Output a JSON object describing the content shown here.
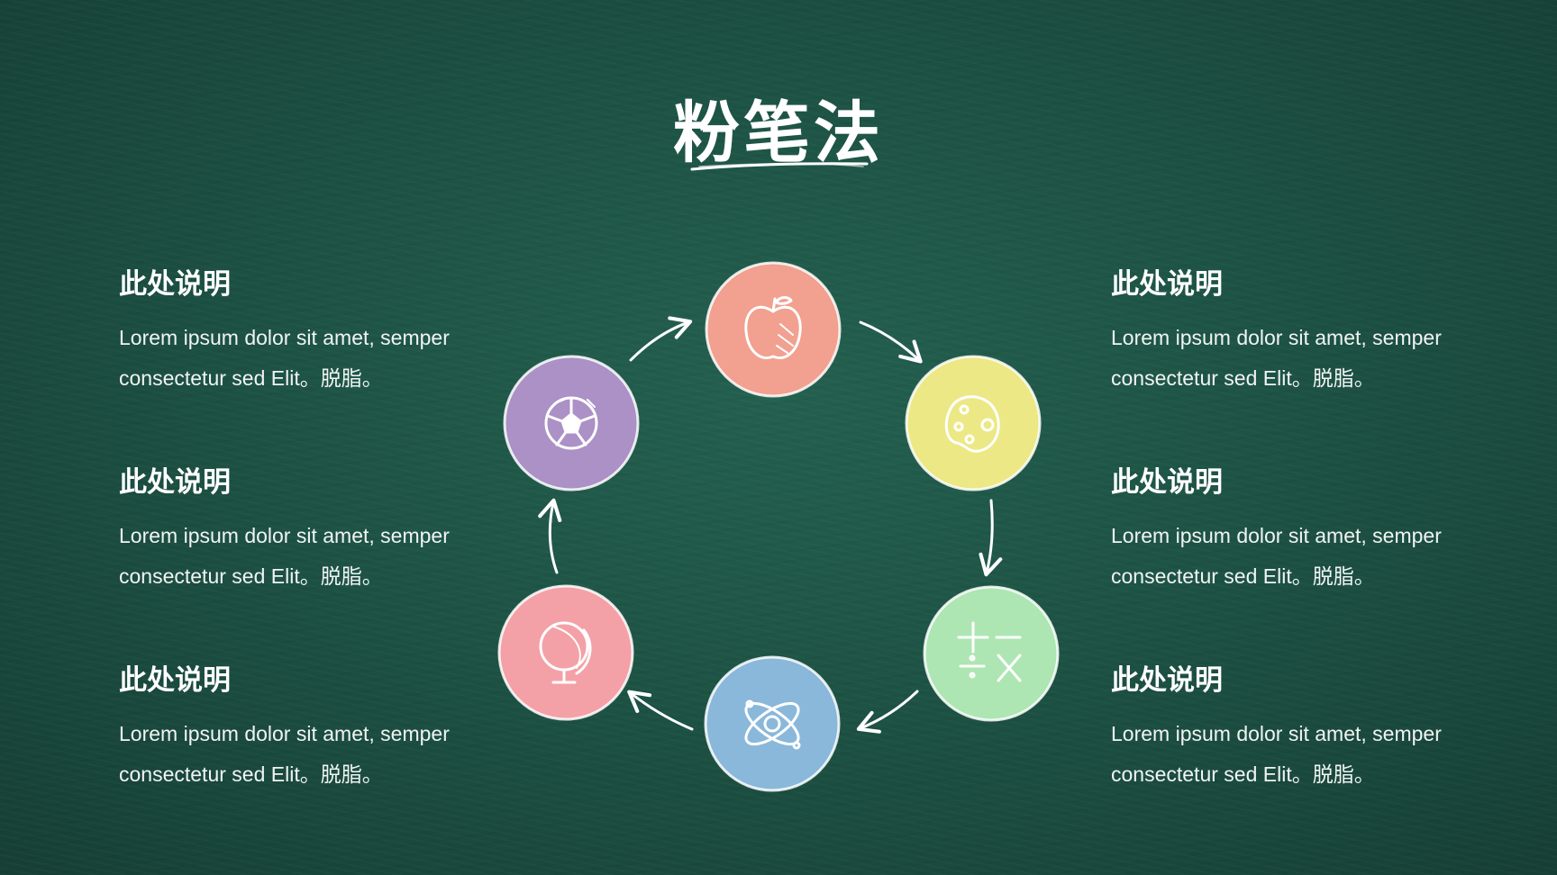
{
  "title": "粉笔法",
  "descriptions": {
    "left": [
      {
        "heading": "此处说明",
        "body": "Lorem ipsum dolor sit amet, semper consectetur sed Elit。脱脂。"
      },
      {
        "heading": "此处说明",
        "body": "Lorem ipsum dolor sit amet, semper consectetur sed Elit。脱脂。"
      },
      {
        "heading": "此处说明",
        "body": "Lorem ipsum dolor sit amet, semper consectetur sed Elit。脱脂。"
      }
    ],
    "right": [
      {
        "heading": "此处说明",
        "body": "Lorem ipsum dolor sit amet, semper consectetur sed Elit。脱脂。"
      },
      {
        "heading": "此处说明",
        "body": "Lorem ipsum dolor sit amet, semper consectetur sed Elit。脱脂。"
      },
      {
        "heading": "此处说明",
        "body": "Lorem ipsum dolor sit amet, semper consectetur sed Elit。脱脂。"
      }
    ]
  },
  "cycle": {
    "nodes": [
      {
        "icon": "apple-icon",
        "color": "#f2a090"
      },
      {
        "icon": "palette-icon",
        "color": "#ece885"
      },
      {
        "icon": "math-symbols-icon",
        "color": "#ade6b3"
      },
      {
        "icon": "atom-icon",
        "color": "#8ab8db"
      },
      {
        "icon": "globe-icon",
        "color": "#f3a1a7"
      },
      {
        "icon": "soccer-ball-icon",
        "color": "#ab91c6"
      }
    ]
  },
  "colors": {
    "board": "#1d5344",
    "chalk": "#ffffff"
  }
}
